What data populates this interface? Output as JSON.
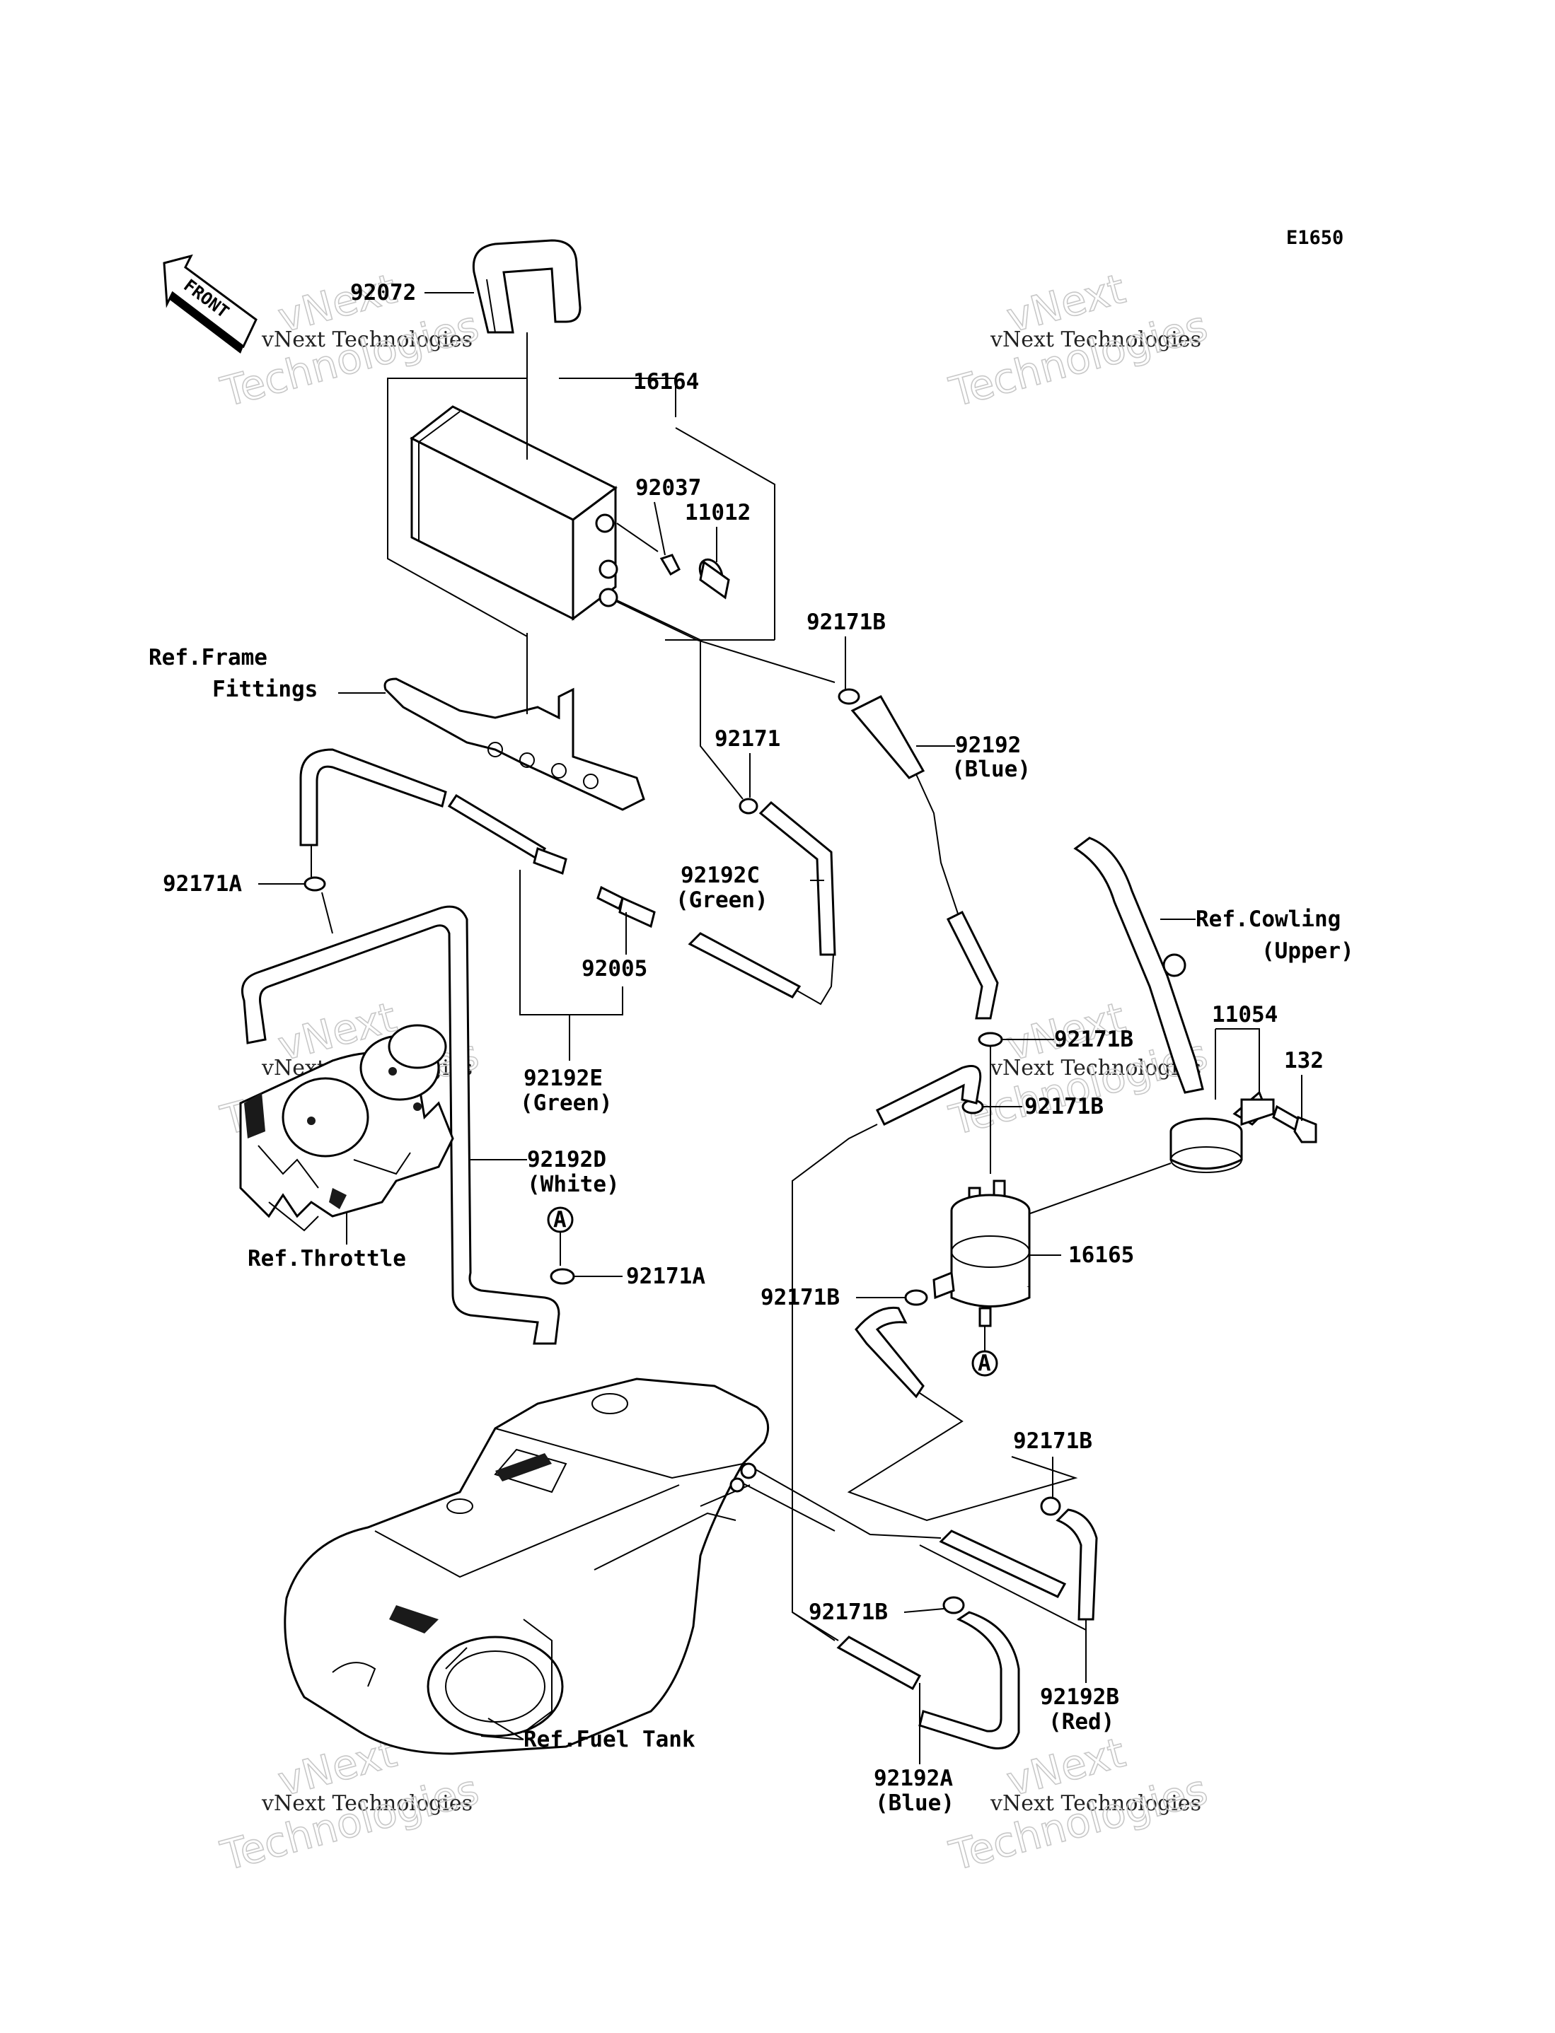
{
  "diagram": {
    "code": "E1650",
    "front_label": "FRONT"
  },
  "watermarks": {
    "line1": "vNext",
    "line2": "vNext Technologies",
    "line3": "Technologies"
  },
  "labels": {
    "p92072": "92072",
    "p16164": "16164",
    "p92037": "92037",
    "p11012": "11012",
    "p92171B_a": "92171B",
    "p92192_1": "92192",
    "p92192_1b": "(Blue)",
    "ref_frame_1": "Ref.Frame",
    "ref_frame_2": "Fittings",
    "p92171": "92171",
    "p92192C": "92192C",
    "p92192C_b": "(Green)",
    "p92171A_a": "92171A",
    "p92005": "92005",
    "ref_cowling_1": "Ref.Cowling",
    "ref_cowling_2": "(Upper)",
    "p11054": "11054",
    "p132": "132",
    "p92171B_b": "92171B",
    "p92171B_c": "92171B",
    "p92192E": "92192E",
    "p92192E_b": "(Green)",
    "p92192D": "92192D",
    "p92192D_b": "(White)",
    "ref_throttle": "Ref.Throttle",
    "p16165": "16165",
    "p92171A_b": "92171A",
    "p92171B_d": "92171B",
    "circle_a1": "A",
    "circle_a2": "A",
    "p92171B_e": "92171B",
    "p92171B_f": "92171B",
    "p92192B": "92192B",
    "p92192B_b": "(Red)",
    "ref_fuel_tank": "Ref.Fuel Tank",
    "p92192A": "92192A",
    "p92192A_b": "(Blue)"
  }
}
